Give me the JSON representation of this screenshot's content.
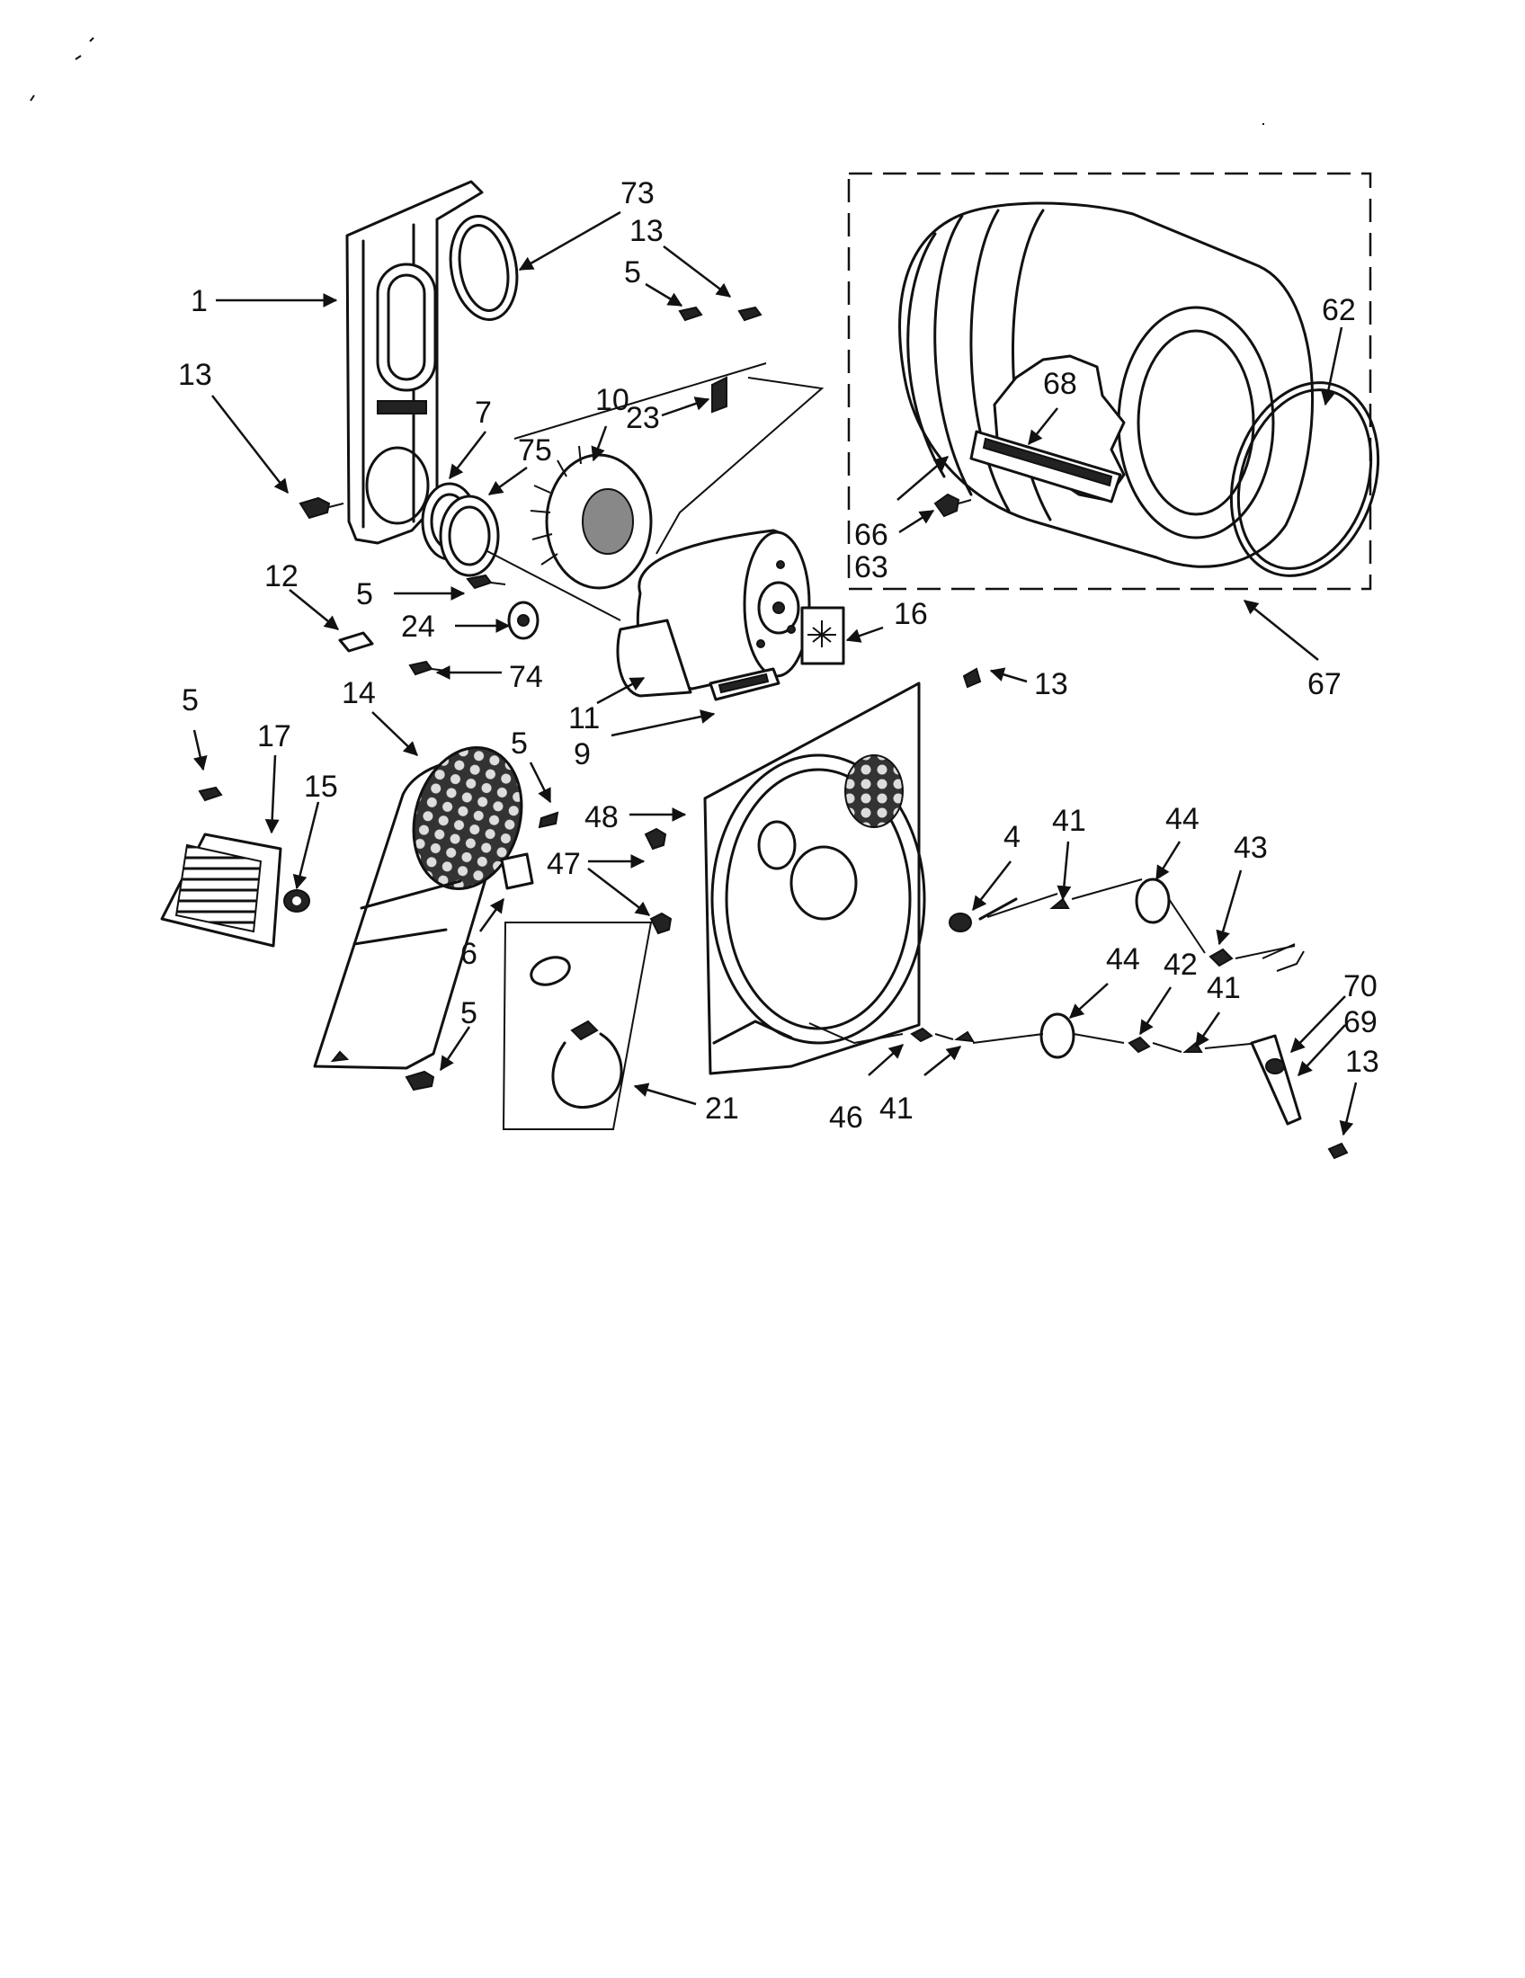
{
  "callouts": {
    "c1": "1",
    "c4": "4",
    "c5a": "5",
    "c5b": "5",
    "c5c": "5",
    "c5d": "5",
    "c5e": "5",
    "c6": "6",
    "c7": "7",
    "c9": "9",
    "c10": "10",
    "c11": "11",
    "c12": "12",
    "c13a": "13",
    "c13b": "13",
    "c13c": "13",
    "c13d": "13",
    "c14": "14",
    "c15": "15",
    "c16": "16",
    "c17": "17",
    "c21": "21",
    "c23": "23",
    "c24": "24",
    "c41a": "41",
    "c41b": "41",
    "c41c": "41",
    "c42": "42",
    "c43": "43",
    "c44a": "44",
    "c44b": "44",
    "c46": "46",
    "c47": "47",
    "c48": "48",
    "c62": "62",
    "c63": "63",
    "c66": "66",
    "c67": "67",
    "c68": "68",
    "c69": "69",
    "c70": "70",
    "c73": "73",
    "c74": "74",
    "c75": "75"
  }
}
